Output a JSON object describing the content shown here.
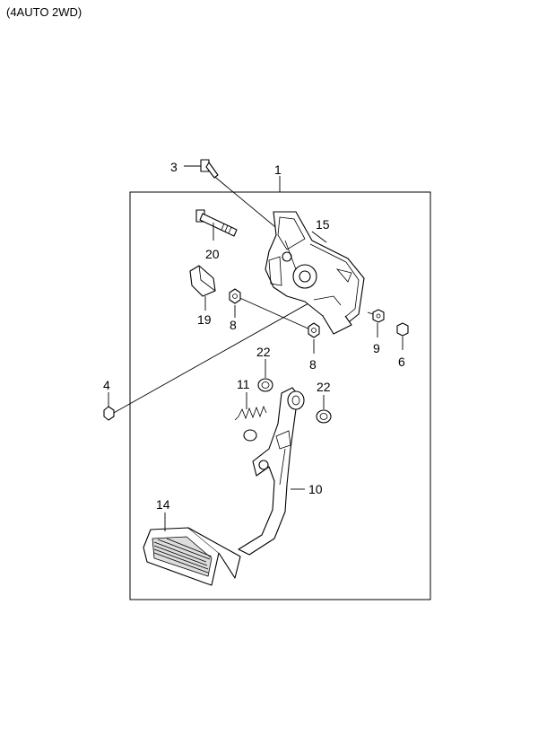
{
  "caption": "(4AUTO 2WD)",
  "callouts": {
    "c1": "1",
    "c3": "3",
    "c4": "4",
    "c6": "6",
    "c8a": "8",
    "c8b": "8",
    "c9": "9",
    "c10": "10",
    "c11": "11",
    "c14": "14",
    "c15": "15",
    "c19": "19",
    "c20": "20",
    "c22a": "22",
    "c22b": "22"
  }
}
